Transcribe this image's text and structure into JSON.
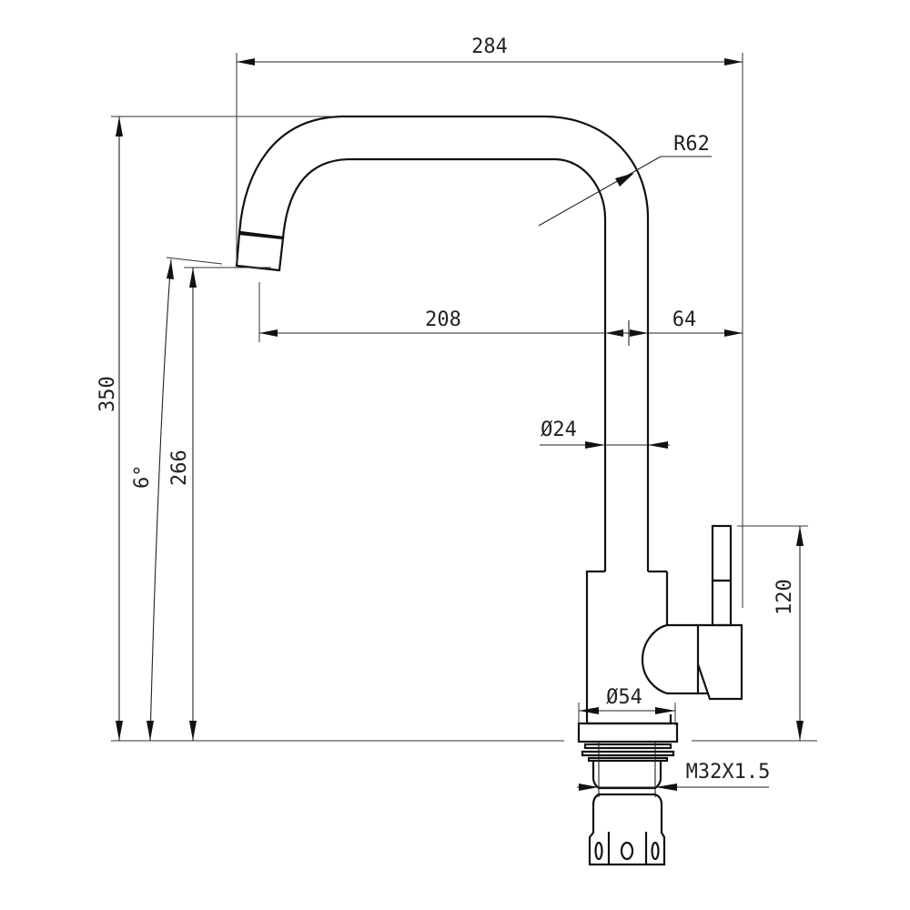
{
  "drawing": {
    "title": "Kitchen faucet side-view dimension drawing",
    "units": "mm",
    "line_color": "#111111",
    "background": "#ffffff"
  },
  "dimensions": {
    "overall_width": {
      "label": "284"
    },
    "spout_radius": {
      "label": "R62"
    },
    "spout_reach": {
      "label": "208"
    },
    "handle_offset": {
      "label": "64"
    },
    "pipe_diameter": {
      "label": "Ø24"
    },
    "overall_height": {
      "label": "350"
    },
    "outlet_angle": {
      "label": "6°"
    },
    "outlet_height": {
      "label": "266"
    },
    "handle_height": {
      "label": "120"
    },
    "body_diameter": {
      "label": "Ø54"
    },
    "thread_size": {
      "label": "M32X1.5"
    }
  }
}
